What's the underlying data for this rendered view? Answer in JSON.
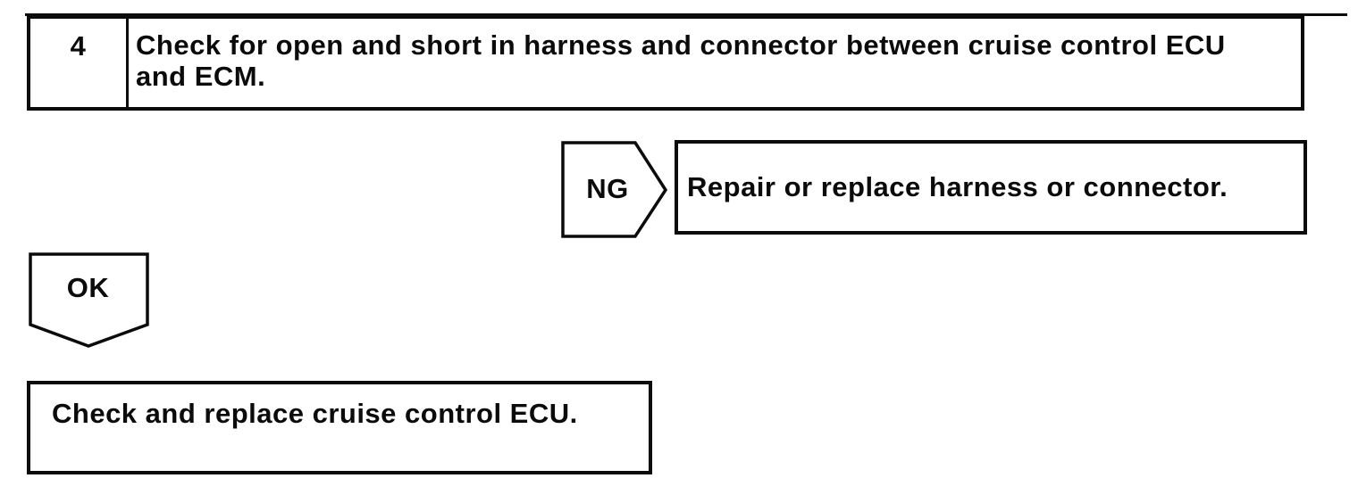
{
  "colors": {
    "ink": "#0b0b0b",
    "paper": "#ffffff"
  },
  "flowchart": {
    "step": {
      "number": "4",
      "instruction": "Check for open and short in harness and connector between cruise control ECU and ECM.",
      "instruction_lines": [
        "Check for open and short in harness and connector between cruise control ECU",
        "and ECM."
      ]
    },
    "ng_branch": {
      "label": "NG",
      "result": "Repair or replace harness or connector."
    },
    "ok_branch": {
      "label": "OK",
      "result": "Check and replace cruise control ECU."
    }
  }
}
